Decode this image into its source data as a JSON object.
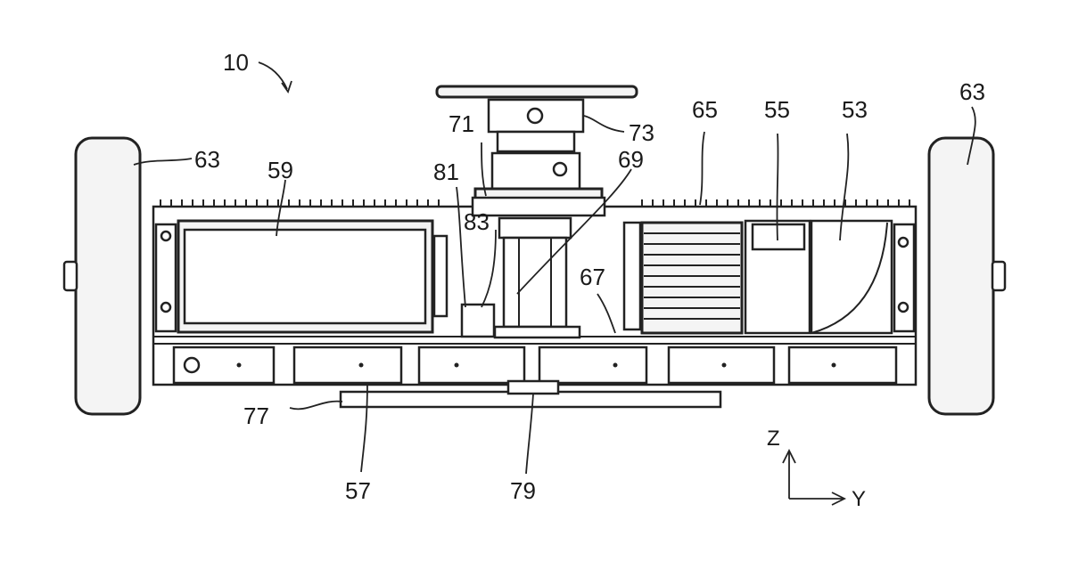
{
  "figure": {
    "reference_numerals": {
      "device": "10",
      "wheel_left": "63",
      "wheel_right": "63",
      "battery_59": "59",
      "mount_71": "71",
      "mount_73": "73",
      "heatsink_65": "65",
      "module_55": "55",
      "module_53": "53",
      "sensor_81": "81",
      "sensor_83": "83",
      "column_69": "69",
      "plate_67": "67",
      "bar_77": "77",
      "segment_57": "57",
      "bracket_79": "79"
    },
    "axes": {
      "z": "Z",
      "y": "Y"
    }
  }
}
